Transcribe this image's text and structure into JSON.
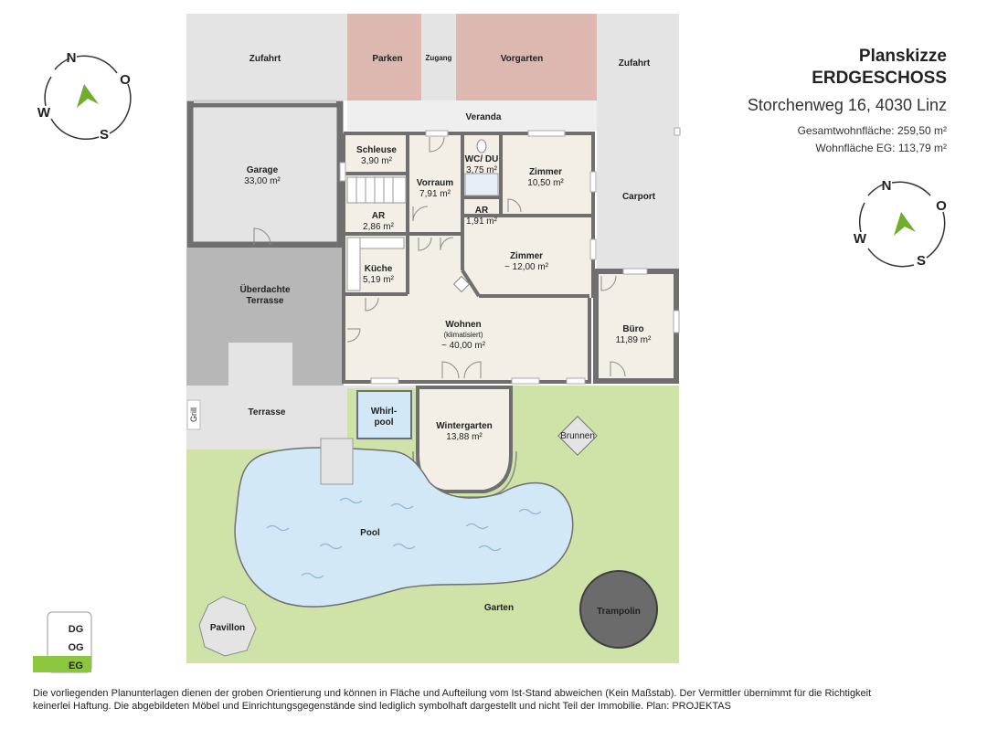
{
  "title": {
    "line1": "Planskizze",
    "line2": "ERDGESCHOSS",
    "address": "Storchenweg 16, 4030 Linz",
    "total_area": "Gesamtwohnfläche: 259,50 m²",
    "ground_area": "Wohnfläche EG: 113,79 m²"
  },
  "compass": {
    "n": "N",
    "o": "O",
    "s": "S",
    "w": "W"
  },
  "floor_selector": {
    "dg": "DG",
    "og": "OG",
    "eg": "EG",
    "active": "EG",
    "active_color": "#8cc63f"
  },
  "colors": {
    "wall": "#6f6f6f",
    "room": "#f3efe6",
    "outdoor": "#e4e4e4",
    "garden": "#cfe3a8",
    "pink": "#dcb8b0",
    "pool": "#d3e8f6",
    "trampoline": "#6b6b6b"
  },
  "outdoor": {
    "zufahrt_left": "Zufahrt",
    "parken": "Parken",
    "zugang": "Zugang",
    "vorgarten": "Vorgarten",
    "zufahrt_right": "Zufahrt",
    "veranda": "Veranda",
    "carport": "Carport",
    "ueberdachte_1": "Überdachte",
    "ueberdachte_2": "Terrasse",
    "terrasse": "Terrasse",
    "grill": "Grill",
    "whirl_1": "Whirl-",
    "whirl_2": "pool",
    "brunnen": "Brunnen",
    "pool": "Pool",
    "garten": "Garten",
    "trampolin": "Trampolin",
    "pavillon": "Pavillon"
  },
  "rooms": {
    "garage": {
      "name": "Garage",
      "area": "33,00 m²"
    },
    "schleuse": {
      "name": "Schleuse",
      "area": "3,90 m²"
    },
    "vorraum": {
      "name": "Vorraum",
      "area": "7,91 m²"
    },
    "wc": {
      "name": "WC/ DU",
      "area": "3,75 m²"
    },
    "zimmer1": {
      "name": "Zimmer",
      "area": "10,50 m²"
    },
    "ar1": {
      "name": "AR",
      "area": "2,86 m²"
    },
    "ar2": {
      "name": "AR",
      "area": "1,91 m²"
    },
    "kueche": {
      "name": "Küche",
      "area": "5,19 m²"
    },
    "zimmer2": {
      "name": "Zimmer",
      "area": "~ 12,00 m²"
    },
    "wohnen": {
      "name": "Wohnen",
      "note": "(klimatisiert)",
      "area": "~ 40,00 m²"
    },
    "buero": {
      "name": "Büro",
      "area": "11,89 m²"
    },
    "wintergarten": {
      "name": "Wintergarten",
      "area": "13,88 m²"
    }
  },
  "footer": {
    "line1": "Die vorliegenden Planunterlagen dienen der groben Orientierung und können in Fläche und Aufteilung vom Ist-Stand abweichen (Kein Maßstab). Der Vermittler übernimmt für die Richtigkeit",
    "line2": "keinerlei Haftung. Die abgebildeten Möbel und Einrichtungsgegenstände sind lediglich symbolhaft dargestellt und nicht Teil der Immobilie. Plan: PROJEKTAS"
  }
}
